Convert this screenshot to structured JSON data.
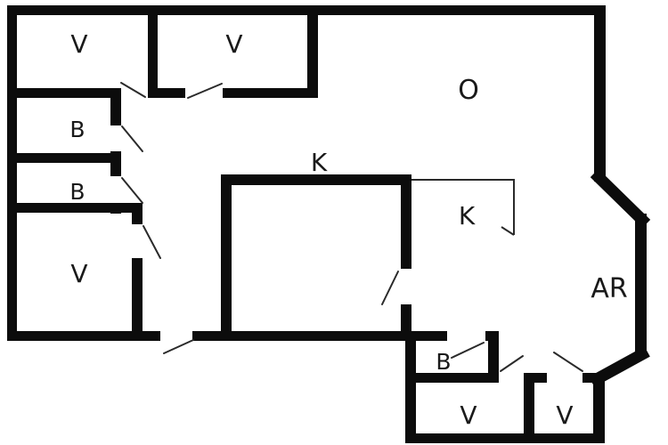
{
  "floorplan": {
    "background_color": "#ffffff",
    "wall_color": "#0c0c0c",
    "thin_line_color": "#2a2a2a",
    "label_color": "#1a1a1a",
    "labels": [
      {
        "id": "v-top-left",
        "text": "V"
      },
      {
        "id": "v-top-middle",
        "text": "V"
      },
      {
        "id": "o-open-area",
        "text": "O"
      },
      {
        "id": "b-upper",
        "text": "B"
      },
      {
        "id": "k-hall",
        "text": "K"
      },
      {
        "id": "b-lower",
        "text": "B"
      },
      {
        "id": "k-kitchen",
        "text": "K"
      },
      {
        "id": "v-left-bottom",
        "text": "V"
      },
      {
        "id": "ar-area",
        "text": "AR"
      },
      {
        "id": "b-bottom",
        "text": "B"
      },
      {
        "id": "v-bottom-middle",
        "text": "V"
      },
      {
        "id": "v-bottom-right",
        "text": "V"
      }
    ]
  }
}
